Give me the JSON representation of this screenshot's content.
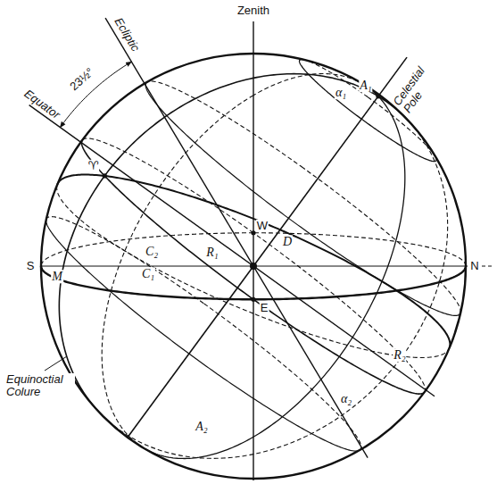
{
  "diagram": {
    "labels": [
      "Zenith",
      "Ecliptic",
      "Celestial Pole",
      "Equator",
      "23½°",
      "S",
      "N",
      "M",
      "W",
      "D",
      "E",
      "Equinoctial Colure",
      "C₂",
      "C₁",
      "R₁",
      "R₂",
      "α₁",
      "α₂",
      "A₁",
      "A₂",
      "♈"
    ]
  }
}
